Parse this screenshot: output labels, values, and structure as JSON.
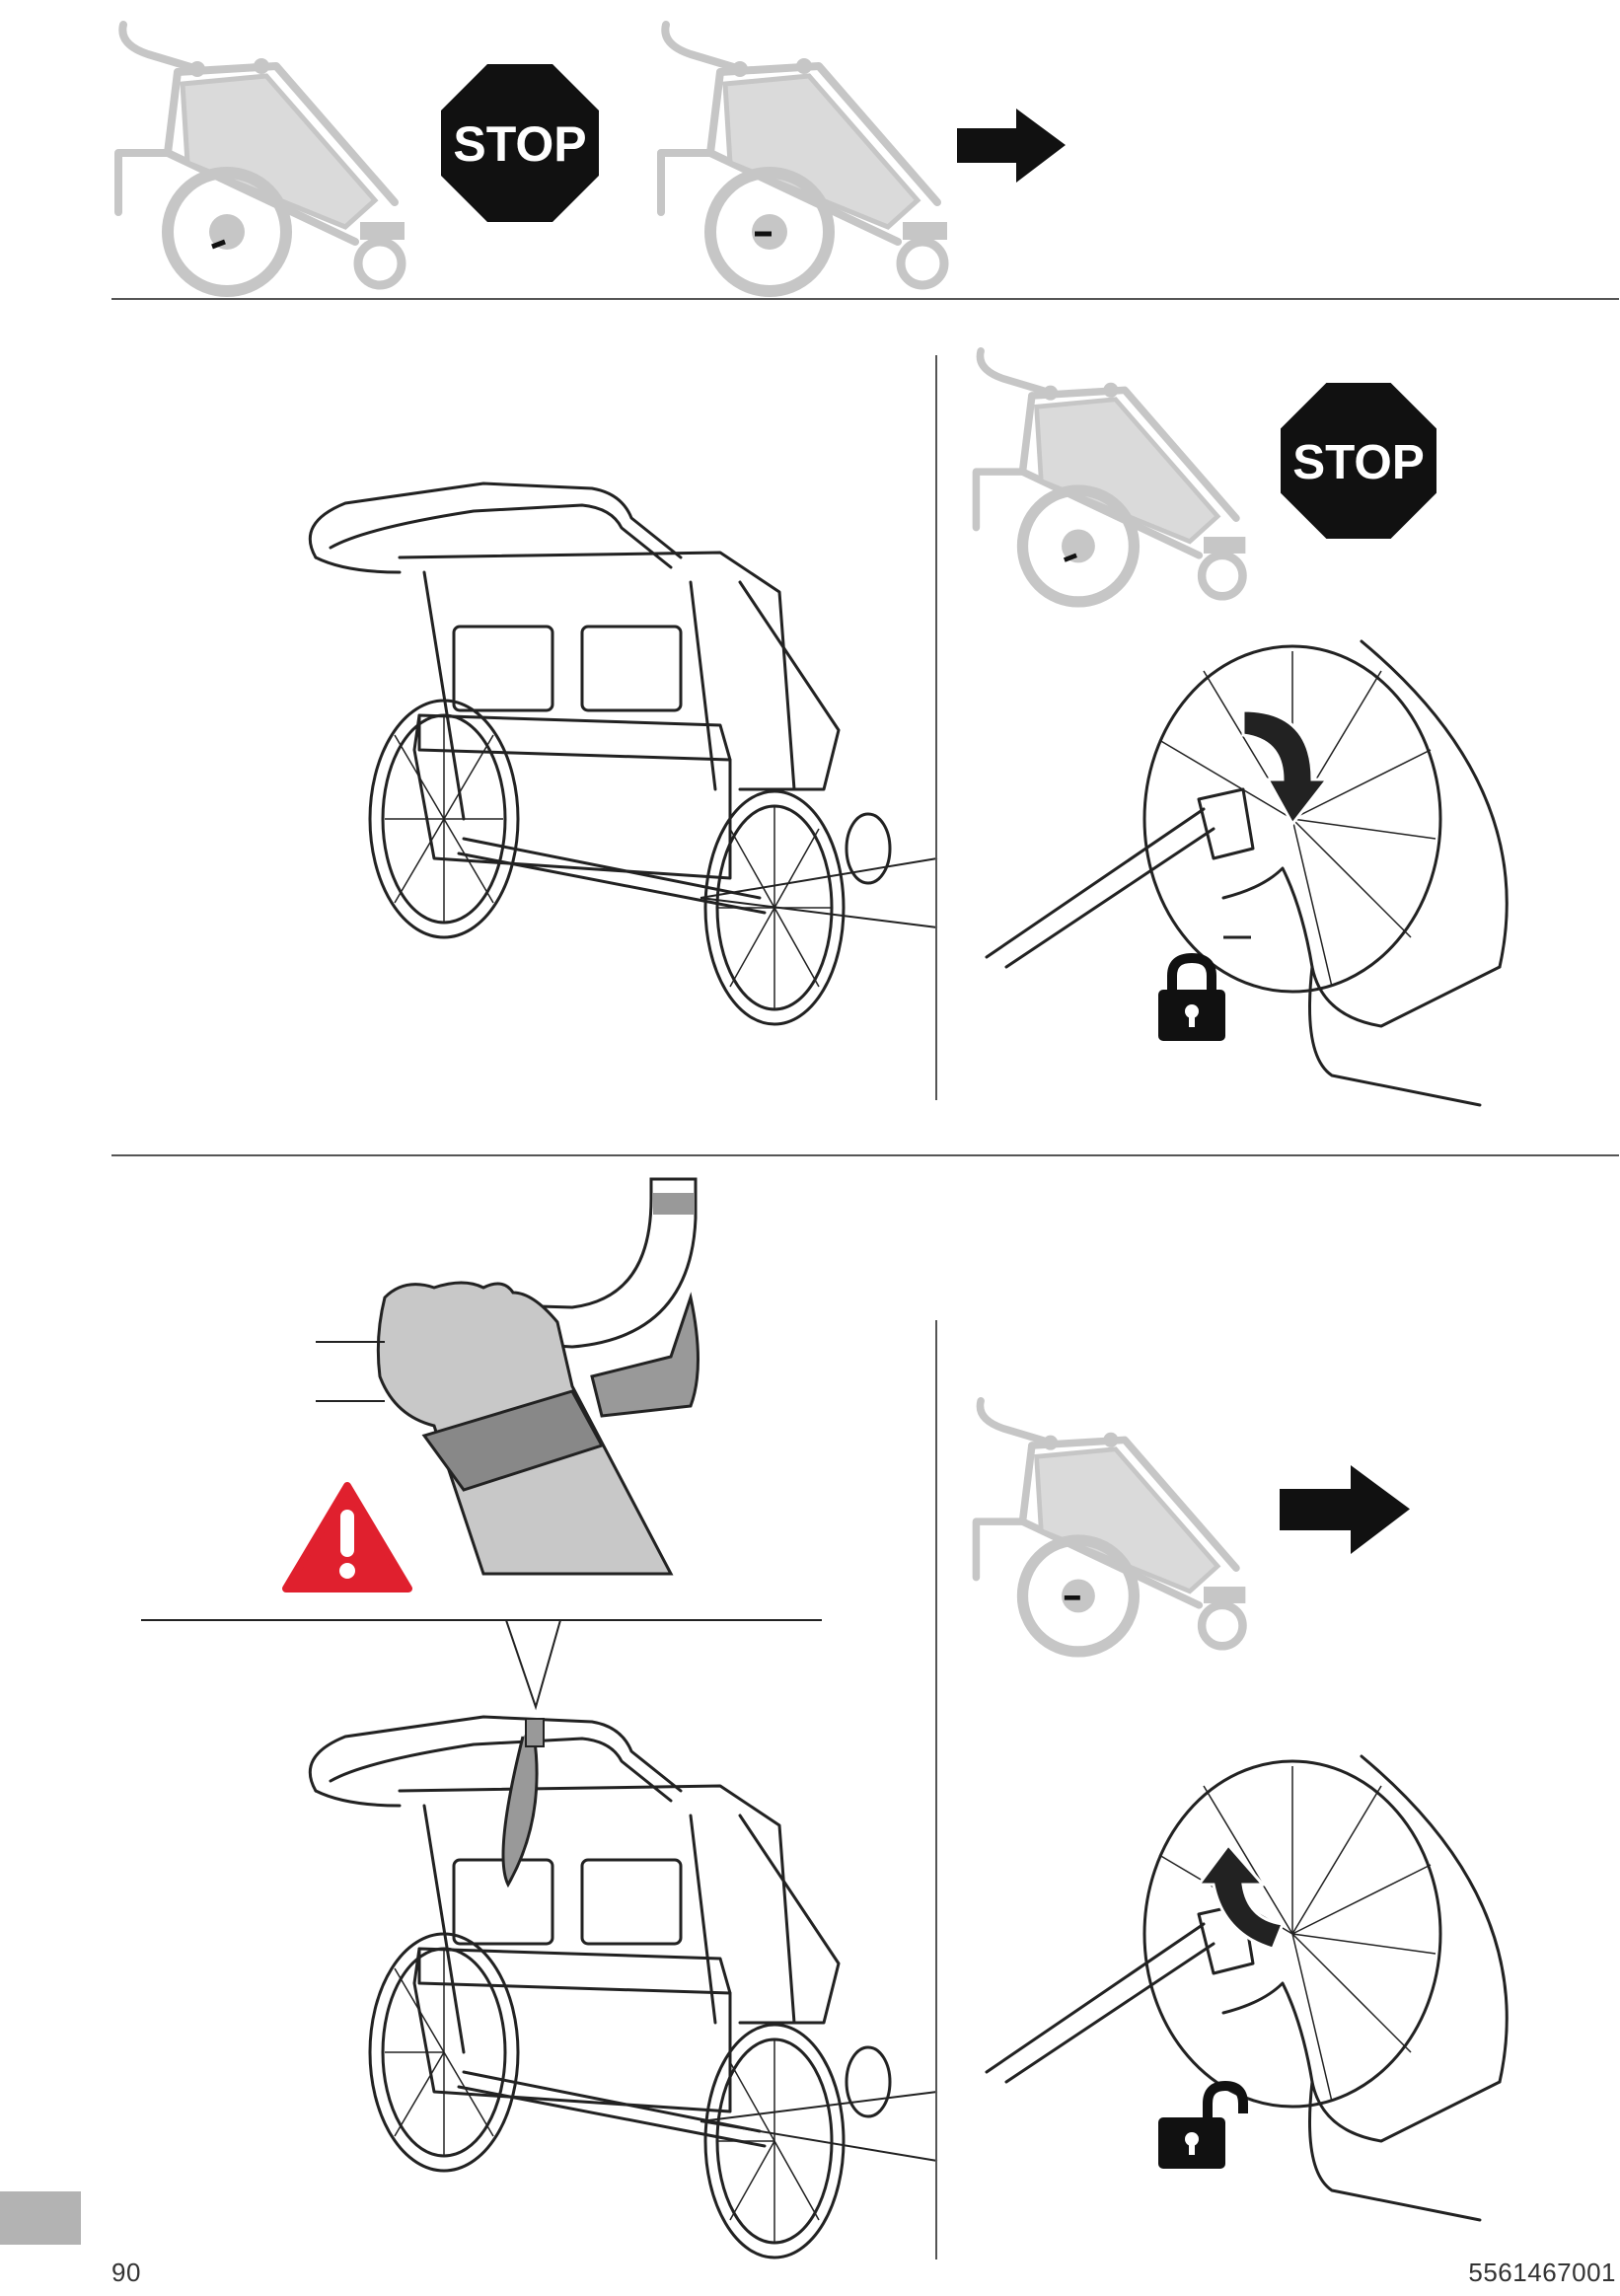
{
  "page": {
    "page_number": "90",
    "document_code": "5561467001"
  },
  "signs": {
    "stop_label": "STOP"
  },
  "icons": {
    "stop": "stop-sign-icon",
    "arrow": "right-arrow-icon",
    "lock": "padlock-locked-icon",
    "unlock": "padlock-unlocked-icon",
    "warning": "warning-triangle-icon"
  },
  "colors": {
    "warning_red": "#e0202e",
    "ghost_gray": "#c8c8c8",
    "ink": "#1a1a1a",
    "sidetab_gray": "#b3b3b3"
  }
}
